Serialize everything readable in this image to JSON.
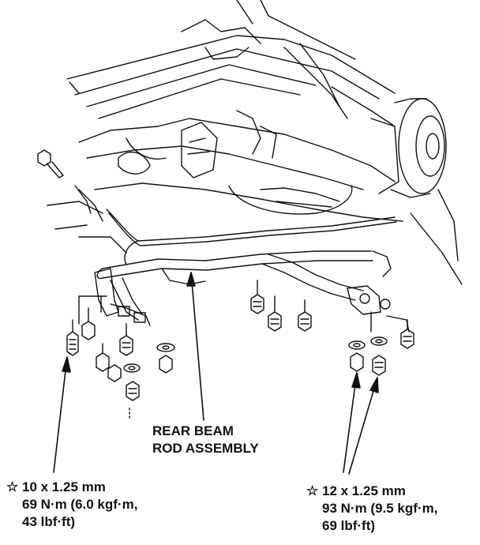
{
  "assembly": {
    "line1": "REAR BEAM",
    "line2": "ROD ASSEMBLY"
  },
  "spec_left": {
    "star": "☆",
    "size": "10 x 1.25 mm",
    "torque1": "69 N·m (6.0 kgf·m,",
    "torque2": "43 lbf·ft)"
  },
  "spec_right": {
    "star": "☆",
    "size": "12 x 1.25 mm",
    "torque1": "93 N·m (9.5 kgf·m,",
    "torque2": "69 lbf·ft)"
  },
  "colors": {
    "ink": "#111111",
    "background": "#ffffff"
  }
}
